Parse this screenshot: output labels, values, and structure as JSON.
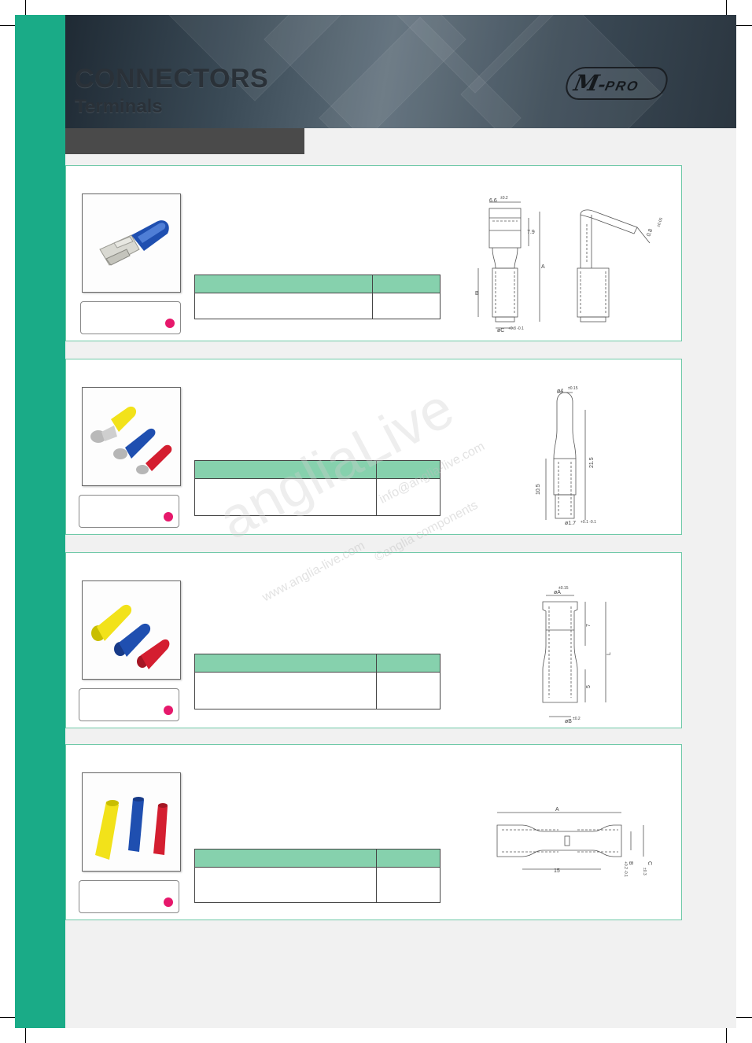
{
  "header": {
    "title": "CONNECTORS",
    "subtitle": "Terminals",
    "logo": "M-PRO",
    "logo_parts": {
      "m": "M",
      "dash": "-",
      "pro": "PRO"
    }
  },
  "colors": {
    "brand_green": "#1aab87",
    "table_header": "#86d1ad",
    "panel_border": "#6fc9a8",
    "dot": "#e6186b"
  },
  "products": [
    {
      "id": "piggyback-disconnector",
      "dims": {
        "top_width": "6.6",
        "top_width_tol": "±0.2",
        "blade_len": "7.9",
        "thickness": "0.8",
        "thickness_tol": "±0.05",
        "overall": "A",
        "sleeve": "B",
        "dia": "øC",
        "dia_tol": "+0.3 -0.1"
      }
    },
    {
      "id": "male-bullet",
      "dims": {
        "head_dia": "ø4",
        "head_tol": "±0.15",
        "overall": "21.5",
        "sleeve": "10.5",
        "entry_dia": "ø1.7",
        "entry_tol": "+0.1 -0.1"
      }
    },
    {
      "id": "female-bullet",
      "dims": {
        "mouth_dia": "øA",
        "mouth_tol": "±0.15",
        "socket": "7",
        "sleeve": "5",
        "overall": "L",
        "entry_dia": "øB",
        "entry_tol": "±0.2"
      }
    },
    {
      "id": "butt-connector",
      "dims": {
        "overall": "A",
        "barrel": "15",
        "entry": "B",
        "entry_tol": "+0.2 -0.1",
        "outer": "C",
        "outer_tol": "±0.3"
      }
    }
  ],
  "watermark": {
    "line1": "angliaLive",
    "line2": "info@anglia-live.com",
    "line3": "www.anglia-live.com",
    "line4": "©anglia components"
  }
}
